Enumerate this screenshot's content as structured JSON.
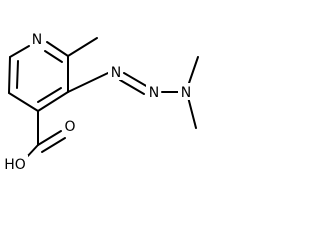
{
  "atom_labels": {
    "ring_nitrogen": "N",
    "azo_nitrogen_1": "N",
    "azo_nitrogen_2": "N",
    "amine_nitrogen": "N",
    "carbonyl_oxygen": "O",
    "hydroxyl_group": "HO"
  },
  "colors": {
    "bond": "#000000",
    "label": "#000000",
    "background": "#ffffff"
  }
}
